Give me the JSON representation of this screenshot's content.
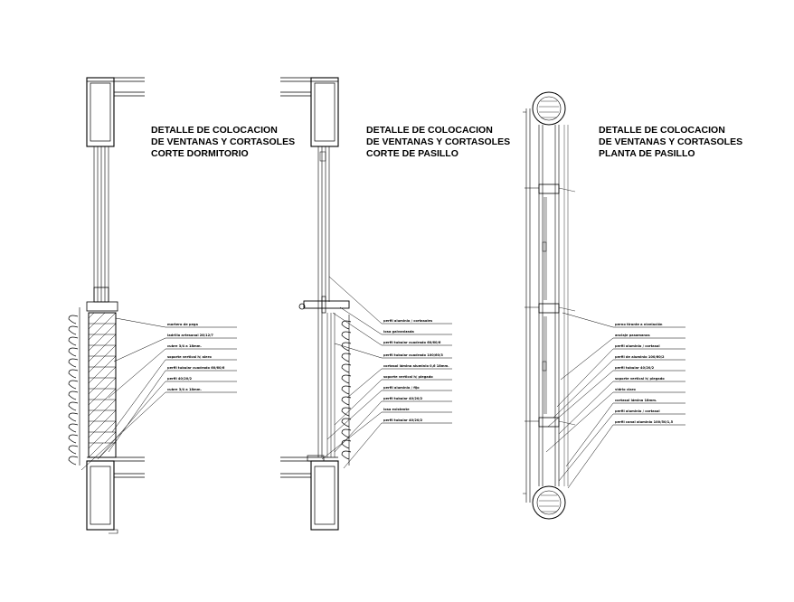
{
  "details": [
    {
      "title_lines": [
        "DETALLE DE COLOCACION",
        "DE VENTANAS Y CORTASOLES",
        "CORTE DORMITORIO"
      ],
      "labels": [
        "mortero de pega",
        "ladrillo artesanal 28/12/7",
        "cubre 3/4 a 18mm.",
        "soporte vertical h/ alero",
        "perfil tubular cuadrado 60/60/6",
        "perfil 40/20/2",
        "cubre 3/4 a 18mm."
      ]
    },
    {
      "title_lines": [
        "DETALLE DE COLOCACION",
        "DE VENTANAS Y CORTASOLES",
        "CORTE DE PASILLO"
      ],
      "labels": [
        "perfil aluminio / cortasoles",
        "losa galvanizada",
        "perfil tubular cuadrado 60/60/6",
        "perfil tubular cuadrado 100/60/3",
        "cortasol lámina aluminio 0,6 18mm.",
        "soporte vertical h/ plegado",
        "perfil aluminio / fijo",
        "perfil tubular 40/20/2",
        "losa existente",
        "perfil tubular 40/20/2"
      ]
    },
    {
      "title_lines": [
        "DETALLE DE COLOCACION",
        "DE VENTANAS Y CORTASOLES",
        "PLANTA DE PASILLO"
      ],
      "labels": [
        "perno tirante a nivelación",
        "anclaje pasamanos",
        "perfil aluminio / cortasol",
        "perfil de aluminio 100/60/2",
        "perfil tubular 40/20/2",
        "soporte vertical h/ plegado",
        "vidrio claro",
        "cortasol lámina 18mm.",
        "perfil aluminio / cortasol",
        "perfil canal aluminio 100/50/1,5"
      ]
    }
  ]
}
